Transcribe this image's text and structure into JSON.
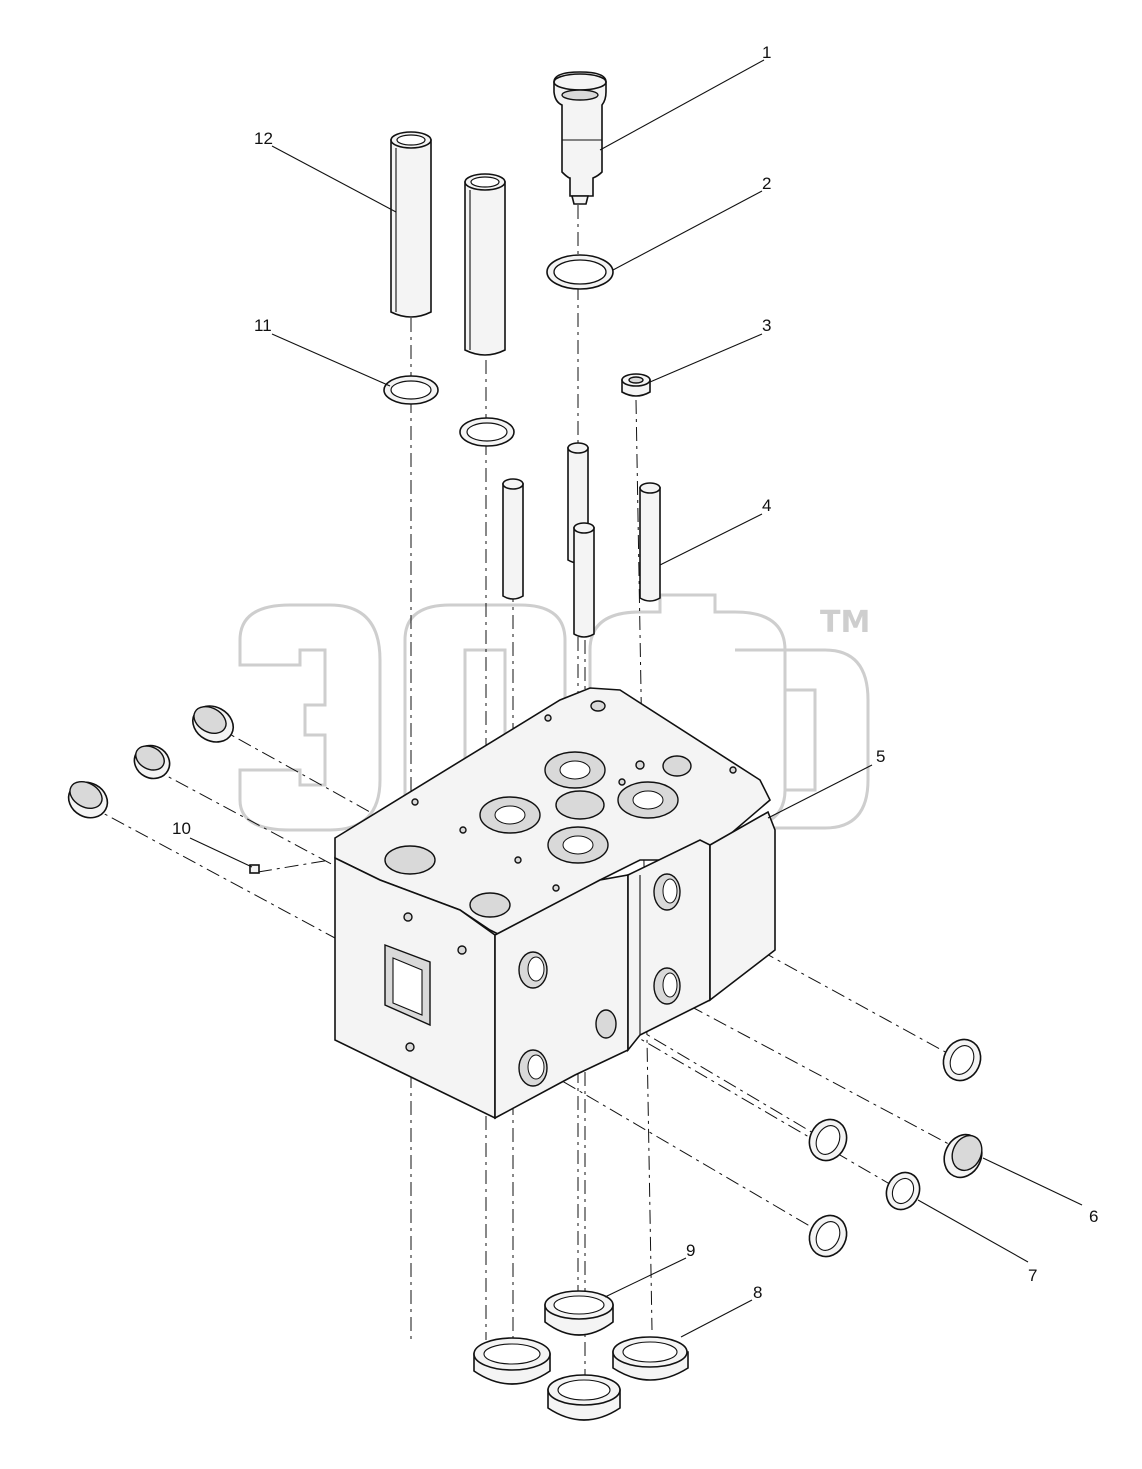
{
  "watermark": {
    "text": "ЭОФ",
    "trademark": "TM",
    "color": "#c9c9c9"
  },
  "callouts": [
    {
      "id": "c1",
      "label": "1"
    },
    {
      "id": "c2",
      "label": "2"
    },
    {
      "id": "c3",
      "label": "3"
    },
    {
      "id": "c4",
      "label": "4"
    },
    {
      "id": "c5",
      "label": "5"
    },
    {
      "id": "c6",
      "label": "6"
    },
    {
      "id": "c7",
      "label": "7"
    },
    {
      "id": "c8",
      "label": "8"
    },
    {
      "id": "c9",
      "label": "9"
    },
    {
      "id": "c10",
      "label": "10"
    },
    {
      "id": "c11",
      "label": "11"
    },
    {
      "id": "c12",
      "label": "12"
    }
  ]
}
